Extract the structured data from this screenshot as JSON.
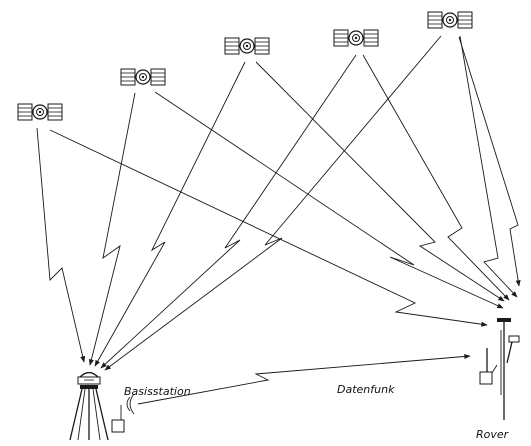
{
  "labels": {
    "base": "Basisstation",
    "radio": "Datenfunk",
    "rover": "Rover"
  },
  "satellite_count": 5,
  "colors": {
    "ink": "#1a1a1a",
    "background": "#ffffff"
  }
}
